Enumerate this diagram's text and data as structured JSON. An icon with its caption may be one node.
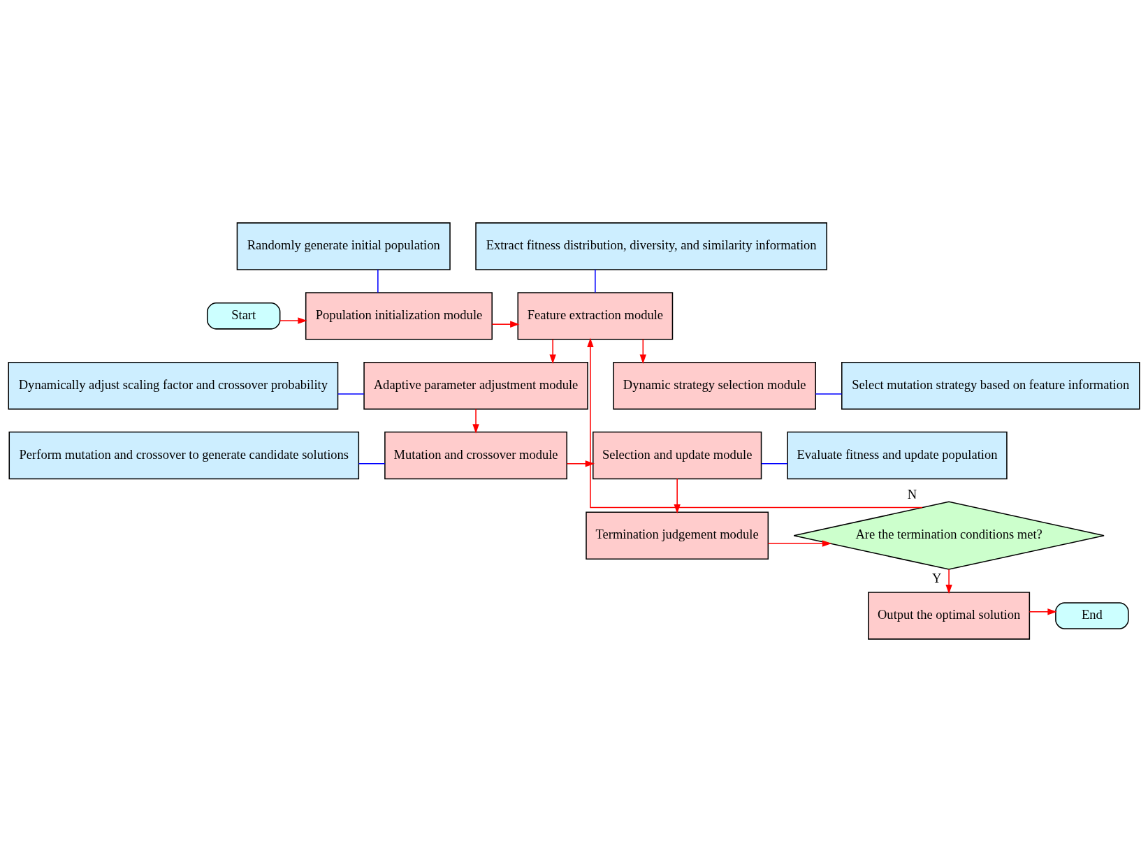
{
  "diagram": {
    "nodes": [
      {
        "text": [
          "Start"
        ]
      },
      {
        "text": [
          "Randomly generate initial population"
        ]
      },
      {
        "text": [
          "Population initialization module"
        ]
      },
      {
        "text": [
          "Extract fitness distribution, diversity, and similarity information"
        ]
      },
      {
        "text": [
          "Feature extraction module"
        ]
      },
      {
        "text": [
          "Dynamically adjust scaling factor and crossover probability"
        ]
      },
      {
        "text": [
          "Adaptive parameter adjustment module"
        ]
      },
      {
        "text": [
          "Dynamic strategy selection module"
        ]
      },
      {
        "text": [
          "Select mutation strategy based on feature information"
        ]
      },
      {
        "text": [
          "Perform mutation and crossover to generate candidate solutions"
        ]
      },
      {
        "text": [
          "Mutation and crossover module"
        ]
      },
      {
        "text": [
          "Selection and update module"
        ]
      },
      {
        "text": [
          "Evaluate fitness and update population"
        ]
      },
      {
        "text": [
          "Termination judgement module"
        ]
      },
      {
        "text": [
          "Are the termination conditions met?"
        ]
      },
      {
        "text": [
          "Output the optimal solution"
        ]
      },
      {
        "text": [
          "End"
        ]
      }
    ],
    "edges": [
      {
        "from": 0,
        "to": 2,
        "arrow": "to"
      },
      {
        "from": 1,
        "to": 2,
        "arrow": "none",
        "color": "#0000ff"
      },
      {
        "from": 2,
        "to": 4,
        "arrow": "to"
      },
      {
        "from": 3,
        "to": 4,
        "arrow": "none",
        "color": "#0000ff"
      },
      {
        "from": 4,
        "to": 6,
        "arrow": "to"
      },
      {
        "from": 4,
        "to": 7,
        "arrow": "to"
      },
      {
        "from": 5,
        "to": 6,
        "arrow": "none",
        "color": "#0000ff"
      },
      {
        "from": 7,
        "to": 8,
        "arrow": "none",
        "color": "#0000ff"
      },
      {
        "from": 6,
        "to": 10,
        "arrow": "to"
      },
      {
        "from": 9,
        "to": 10,
        "arrow": "none",
        "color": "#0000ff"
      },
      {
        "from": 10,
        "to": 11,
        "arrow": "to"
      },
      {
        "from": 11,
        "to": 12,
        "arrow": "none",
        "color": "#0000ff"
      },
      {
        "from": 11,
        "to": 13,
        "arrow": "to"
      },
      {
        "from": 13,
        "to": 14,
        "arrow": "to"
      },
      {
        "from": 14,
        "to": 4,
        "arrow": "to",
        "label": "N"
      },
      {
        "from": 14,
        "to": 15,
        "arrow": "to",
        "label": "Y"
      },
      {
        "from": 15,
        "to": 16,
        "arrow": "to"
      }
    ]
  }
}
